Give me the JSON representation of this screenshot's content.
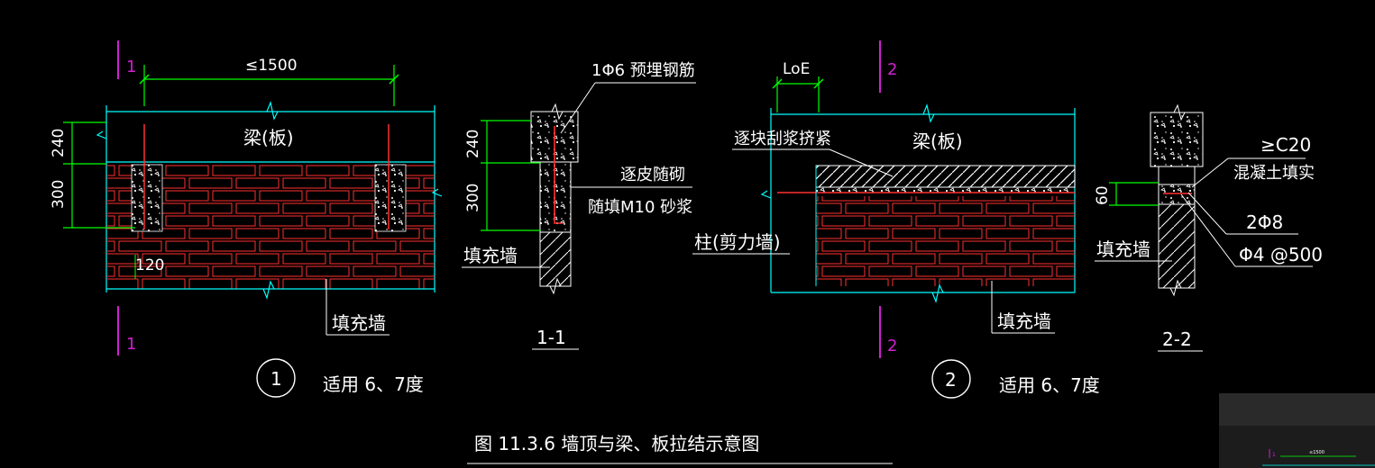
{
  "figure_title": "图 11.3.6    墙顶与梁、板拉结示意图",
  "detail1": {
    "section_mark": "1",
    "dim_top": "≤1500",
    "dim_240": "240",
    "dim_300": "300",
    "dim_120": "120",
    "beam_label": "梁(板)",
    "wall_label": "填充墙",
    "circle_no": "1",
    "note": "适用 6、7度"
  },
  "section11": {
    "title": "1-1",
    "rebar_label": "1Φ6 预埋钢筋",
    "label_masonry": "逐皮随砌",
    "label_mortar": "随填M10 砂浆",
    "wall_label": "填充墙",
    "dim_240": "240",
    "dim_300": "300"
  },
  "detail2": {
    "section_mark": "2",
    "dim_loe": "LoE",
    "beam_label": "梁(板)",
    "mortar_label": "逐块刮浆挤紧",
    "column_label": "柱(剪力墙)",
    "wall_label": "填充墙",
    "circle_no": "2",
    "note": "适用 6、7度"
  },
  "section22": {
    "title": "2-2",
    "concrete_grade": "≥C20",
    "concrete_label": "混凝土填实",
    "rebar_main": "2Φ8",
    "rebar_tie": "Φ4 @500",
    "dim_60": "60",
    "wall_label": "填充墙"
  },
  "thumbnail": {
    "mark": "1",
    "dim": "≤1500"
  },
  "colors": {
    "background": "#000000",
    "outline": "#00ffff",
    "dimension": "#00ff00",
    "brick": "#ff3030",
    "section_mark": "#d020d0",
    "text": "#ffffff"
  }
}
